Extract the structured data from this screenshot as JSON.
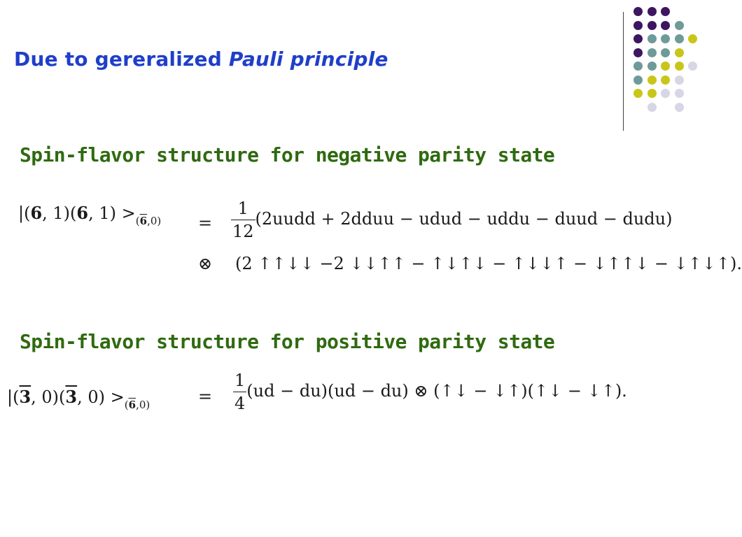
{
  "slide": {
    "title_plain": "Due to gereralized ",
    "title_italic": "Pauli principle",
    "heading_negative": "Spin-flavor structure for negative parity state",
    "heading_positive": "Spin-flavor structure for positive parity state"
  },
  "equations": {
    "negative": {
      "lhs": "|(6, 1)(6, 1) >(6̄,0)",
      "equals": "=",
      "frac_num": "1",
      "frac_den": "12",
      "flavor_part": "(2uudd + 2dduu − udud − uddu − duud − dudu)",
      "tensor": "⊗",
      "spin_part": "(2 ↑↑↓↓ −2 ↓↓↑↑ − ↑↓↑↓ − ↑↓↓↑ − ↓↑↑↓ − ↓↑↓↑)."
    },
    "positive": {
      "lhs": "|(3̄, 0)(3̄, 0) >(6̄,0)",
      "equals": "=",
      "frac_num": "1",
      "frac_den": "4",
      "rhs": "(ud − du)(ud − du) ⊗ (↑↓ − ↓↑)(↑↓ − ↓↑)."
    }
  },
  "decor": {
    "dot_colors": {
      "purple": "#3d1560",
      "teal": "#6f9a9a",
      "yellow": "#c9c61a",
      "lavender": "#d6d6e6"
    },
    "dot_grid": [
      [
        "purple",
        "purple",
        "purple",
        "",
        ""
      ],
      [
        "purple",
        "purple",
        "purple",
        "teal",
        ""
      ],
      [
        "purple",
        "teal",
        "teal",
        "teal",
        "yellow"
      ],
      [
        "purple",
        "teal",
        "teal",
        "yellow",
        ""
      ],
      [
        "teal",
        "teal",
        "yellow",
        "yellow",
        "lavender"
      ],
      [
        "teal",
        "yellow",
        "yellow",
        "lavender",
        ""
      ],
      [
        "yellow",
        "yellow",
        "lavender",
        "lavender",
        ""
      ],
      [
        "",
        "lavender",
        "",
        "lavender",
        ""
      ]
    ]
  }
}
